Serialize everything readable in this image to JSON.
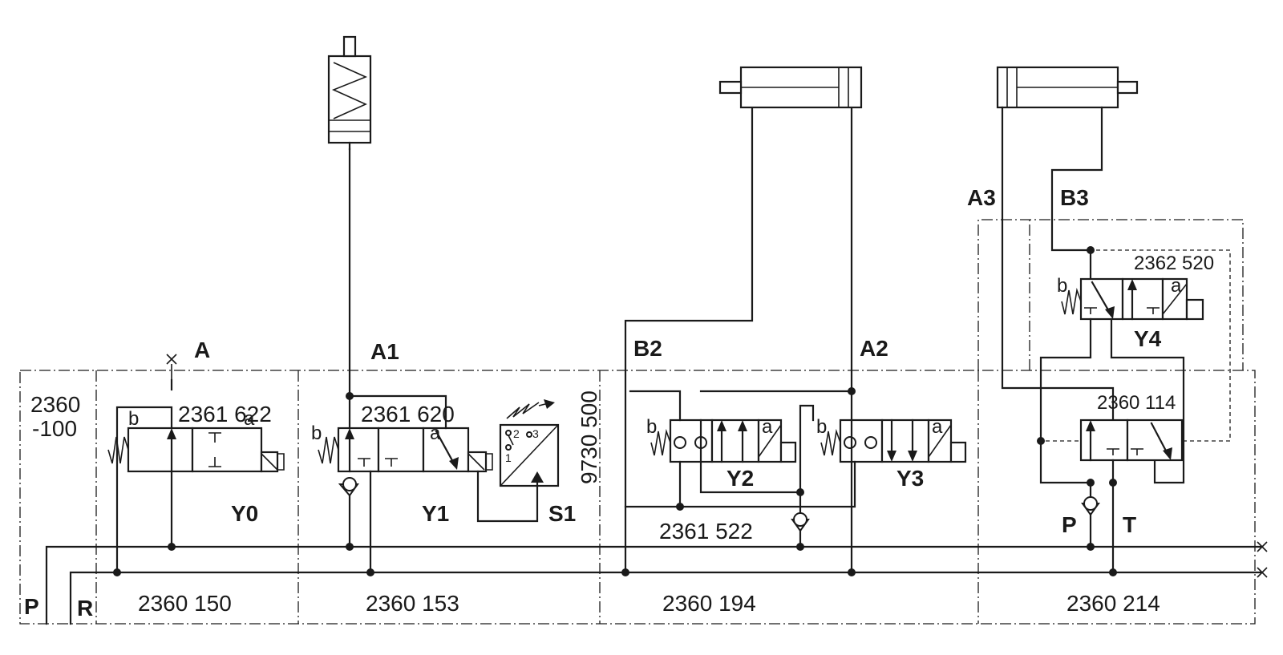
{
  "labels": {
    "port_A": "A",
    "port_A1": "A1",
    "port_B2": "B2",
    "port_A2": "A2",
    "port_A3": "A3",
    "port_B3": "B3",
    "port_P_main": "P",
    "port_R_main": "R",
    "port_P_sub": "P",
    "port_T_sub": "T",
    "coil_Y0": "Y0",
    "coil_Y1": "Y1",
    "coil_Y2": "Y2",
    "coil_Y3": "Y3",
    "coil_Y4": "Y4",
    "switch_S1": "S1",
    "side_a": "a",
    "side_b": "b"
  },
  "part_numbers": {
    "valve_Y0": "2361 622",
    "valve_Y1": "2361 620",
    "switch_S1": "9730 500",
    "valves_Y2_Y3": "2361 522",
    "valve_Y4": "2362 520",
    "valve_sub": "2360 114",
    "end_plate_line1": "2360",
    "end_plate_line2": "-100",
    "base_1": "2360 150",
    "base_2": "2360 153",
    "base_3": "2360 194",
    "base_4": "2360 214"
  },
  "switch_ports": {
    "p1": "1",
    "p2": "2",
    "p3": "3"
  },
  "colors": {
    "ink": "#1a1a1a",
    "background": "#ffffff"
  }
}
